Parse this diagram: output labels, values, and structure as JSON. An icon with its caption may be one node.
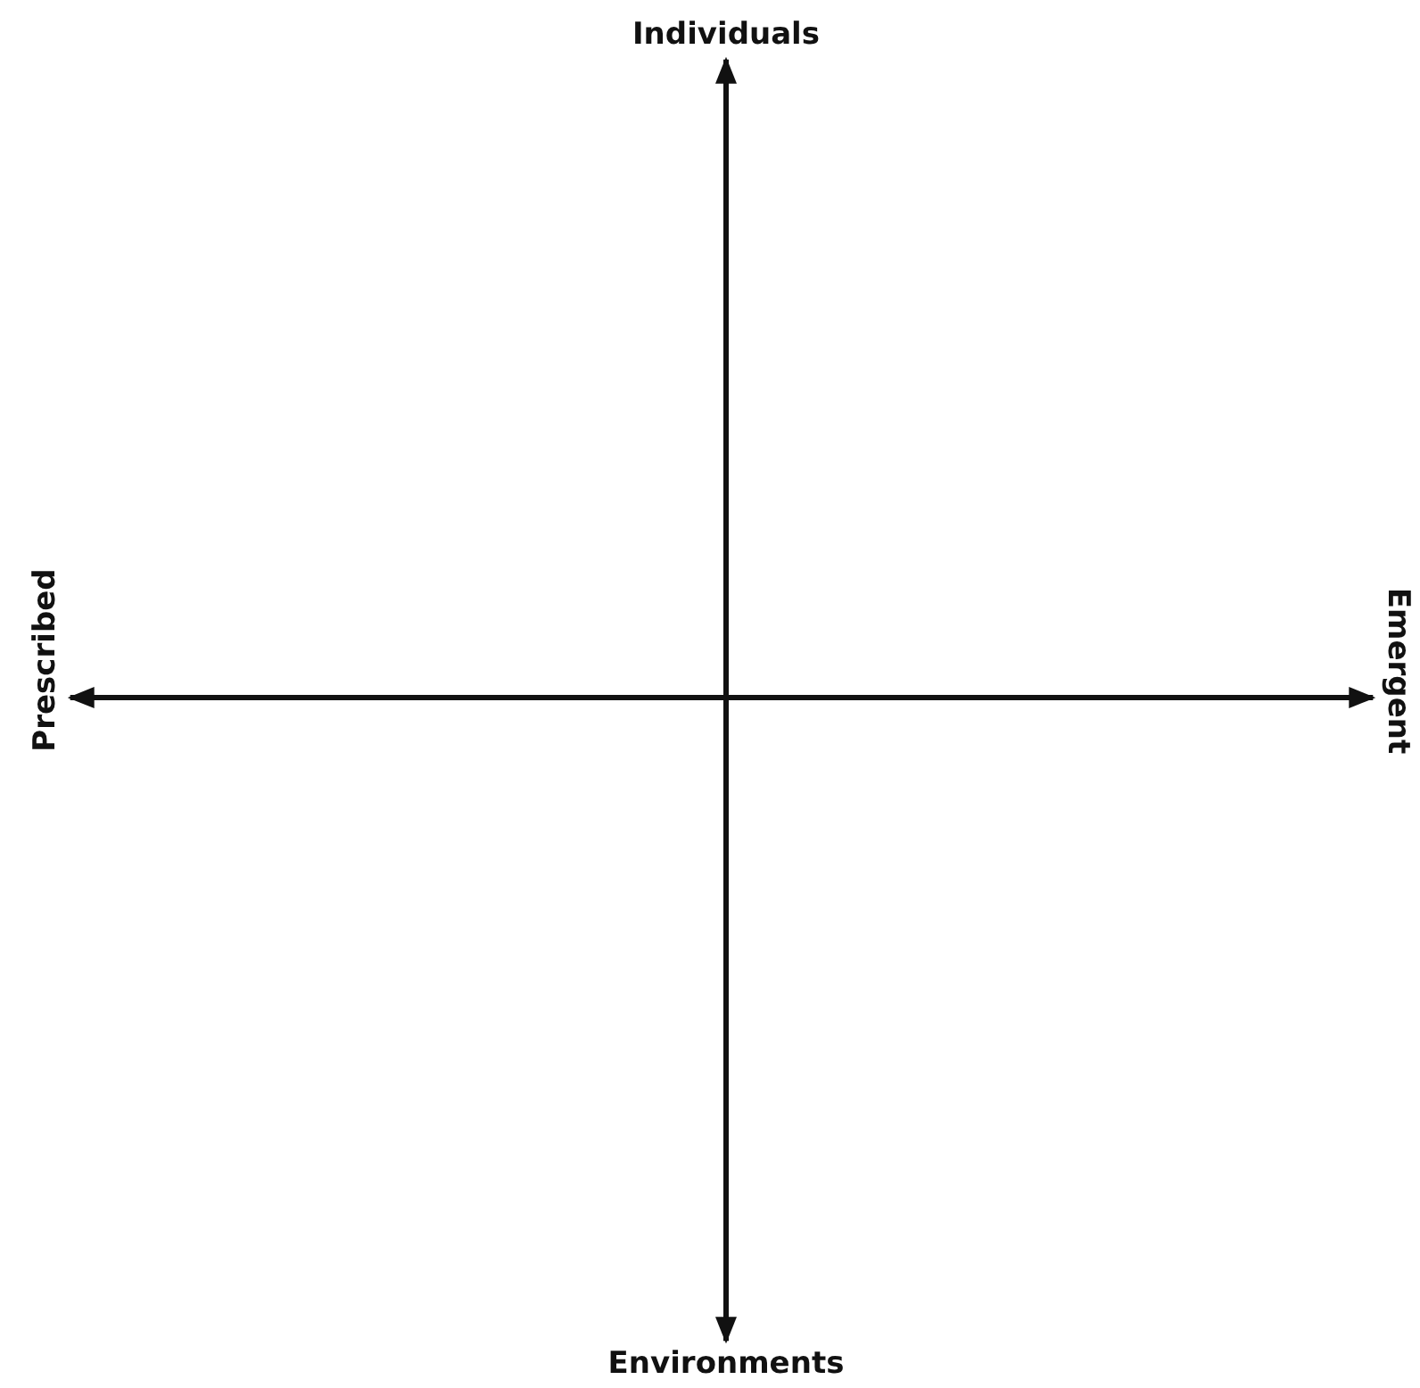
{
  "diagram": {
    "nodes": [
      {
        "text": [
          "Individuals"
        ]
      },
      {
        "text": [
          "Prescribed"
        ]
      },
      {
        "text": [
          "Emergent"
        ]
      },
      {
        "text": [
          "Environments"
        ]
      }
    ],
    "edges": [
      {
        "from": 0,
        "to": 3,
        "arrow": "both"
      },
      {
        "from": 1,
        "to": 2,
        "arrow": "both"
      }
    ]
  }
}
